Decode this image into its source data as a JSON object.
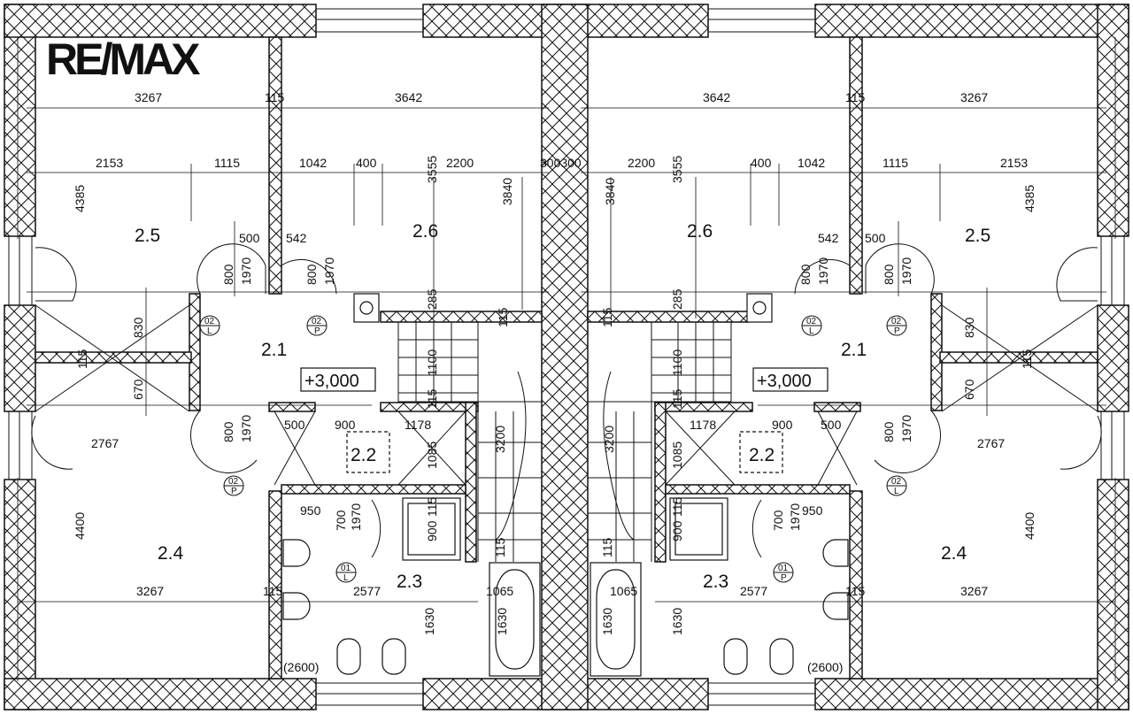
{
  "logo": {
    "text": "RE/MAX"
  },
  "rooms": {
    "l_25": "2.5",
    "l_26": "2.6",
    "l_21": "2.1",
    "l_22": "2.2",
    "l_23": "2.3",
    "l_24": "2.4",
    "r_25": "2.5",
    "r_26": "2.6",
    "r_21": "2.1",
    "r_22": "2.2",
    "r_23": "2.3",
    "r_24": "2.4"
  },
  "levels": {
    "left": "+3,000",
    "right": "+3,000"
  },
  "doors": {
    "l_02L": {
      "top": "02",
      "bottom": "L"
    },
    "l_02P_a": {
      "top": "02",
      "bottom": "P"
    },
    "l_02P_b": {
      "top": "02",
      "bottom": "P"
    },
    "l_01L": {
      "top": "01",
      "bottom": "L"
    },
    "r_02L_a": {
      "top": "02",
      "bottom": "L"
    },
    "r_02P": {
      "top": "02",
      "bottom": "P"
    },
    "r_02L_b": {
      "top": "02",
      "bottom": "L"
    },
    "r_01P": {
      "top": "01",
      "bottom": "P"
    }
  },
  "dims": {
    "l_top_3267": "3267",
    "l_top_115": "115",
    "l_top_3642": "3642",
    "l_2153": "2153",
    "l_1115": "1115",
    "l_1042": "1042",
    "l_400": "400",
    "l_2200": "2200",
    "l_3555": "3555",
    "l_3840": "3840",
    "l_300300": "300300",
    "l_4385": "4385",
    "l_500": "500",
    "l_542": "542",
    "l_800a": "800",
    "l_1970a": "1970",
    "l_800b": "800",
    "l_1970b": "1970",
    "l_830": "830",
    "l_115v": "115",
    "l_670": "670",
    "l_285": "285",
    "l_115s": "115",
    "l_1100": "1100",
    "l_2767": "2767",
    "l_800c": "800",
    "l_1970c": "1970",
    "l_500b": "500",
    "l_900": "900",
    "l_1178": "1178",
    "l_115b": "115",
    "l_1085": "1085",
    "l_3200": "3200",
    "l_950": "950",
    "l_700": "700",
    "l_1970d": "1970",
    "l_115c": "115",
    "l_900b": "900",
    "l_4400": "4400",
    "l_3267b": "3267",
    "l_115d": "115",
    "l_2577": "2577",
    "l_1065": "1065",
    "l_115e": "115",
    "l_1630": "1630",
    "l_1630b": "1630",
    "l_2600": "(2600)",
    "r_top_3642": "3642",
    "r_top_115": "115",
    "r_top_3267": "3267",
    "r_3840": "3840",
    "r_2200": "2200",
    "r_3555": "3555",
    "r_400": "400",
    "r_1042": "1042",
    "r_1115": "1115",
    "r_2153": "2153",
    "r_4385": "4385",
    "r_542": "542",
    "r_500": "500",
    "r_800a": "800",
    "r_1970a": "1970",
    "r_800b": "800",
    "r_1970b": "1970",
    "r_830": "830",
    "r_115v": "115",
    "r_670": "670",
    "r_115s": "115",
    "r_285": "285",
    "r_1100": "1100",
    "r_2767": "2767",
    "r_800c": "800",
    "r_1970c": "1970",
    "r_500b": "500",
    "r_900": "900",
    "r_1178": "1178",
    "r_115b": "115",
    "r_1085": "1085",
    "r_3200": "3200",
    "r_950": "950",
    "r_700": "700",
    "r_1970d": "1970",
    "r_115c": "115",
    "r_900b": "900",
    "r_4400": "4400",
    "r_3267b": "3267",
    "r_115d": "115",
    "r_2577": "2577",
    "r_1065": "1065",
    "r_115e": "115",
    "r_1630": "1630",
    "r_1630b": "1630",
    "r_2600": "(2600)"
  },
  "colors": {
    "line": "#111111",
    "background": "#ffffff"
  }
}
